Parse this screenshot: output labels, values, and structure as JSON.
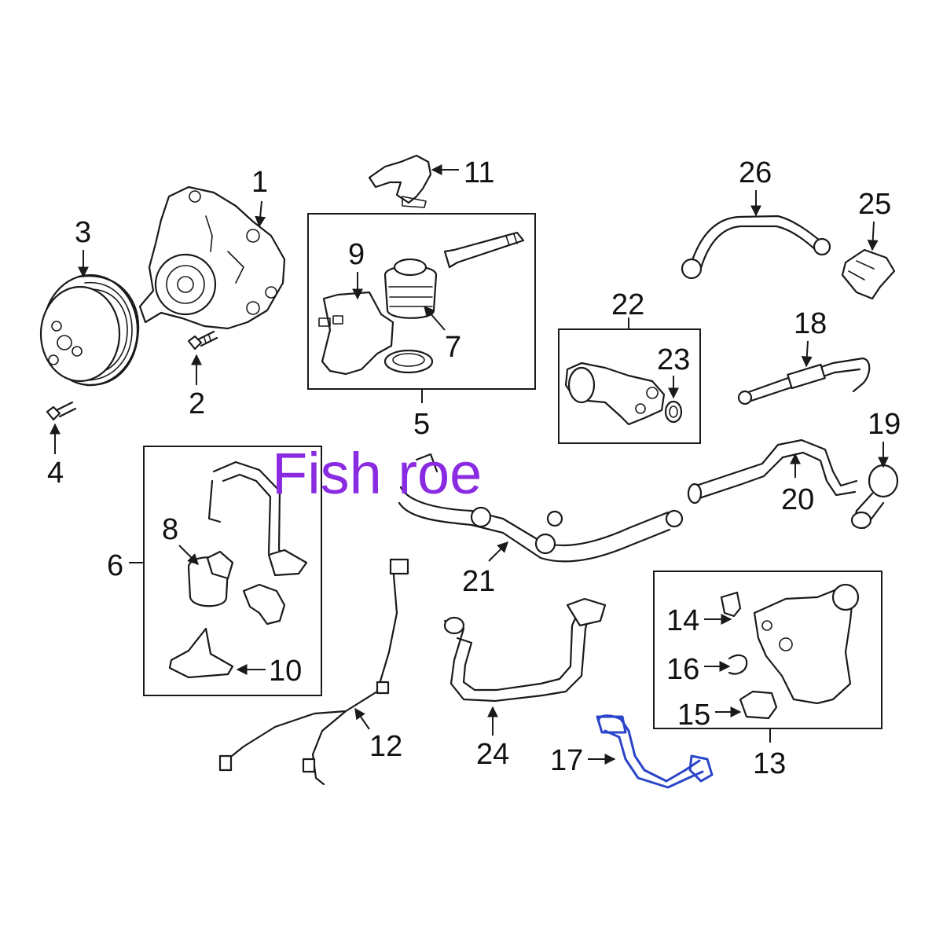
{
  "watermark": {
    "text": "Fish roe",
    "color": "#8a2be2"
  },
  "highlight": {
    "part_number": "17",
    "color": "#2a45c8"
  },
  "callouts": [
    {
      "id": "1"
    },
    {
      "id": "2"
    },
    {
      "id": "3"
    },
    {
      "id": "4"
    },
    {
      "id": "5"
    },
    {
      "id": "6"
    },
    {
      "id": "7"
    },
    {
      "id": "8"
    },
    {
      "id": "9"
    },
    {
      "id": "10"
    },
    {
      "id": "11"
    },
    {
      "id": "12"
    },
    {
      "id": "13"
    },
    {
      "id": "14"
    },
    {
      "id": "15"
    },
    {
      "id": "16"
    },
    {
      "id": "17"
    },
    {
      "id": "18"
    },
    {
      "id": "19"
    },
    {
      "id": "20"
    },
    {
      "id": "21"
    },
    {
      "id": "22"
    },
    {
      "id": "23"
    },
    {
      "id": "24"
    },
    {
      "id": "25"
    },
    {
      "id": "26"
    }
  ]
}
